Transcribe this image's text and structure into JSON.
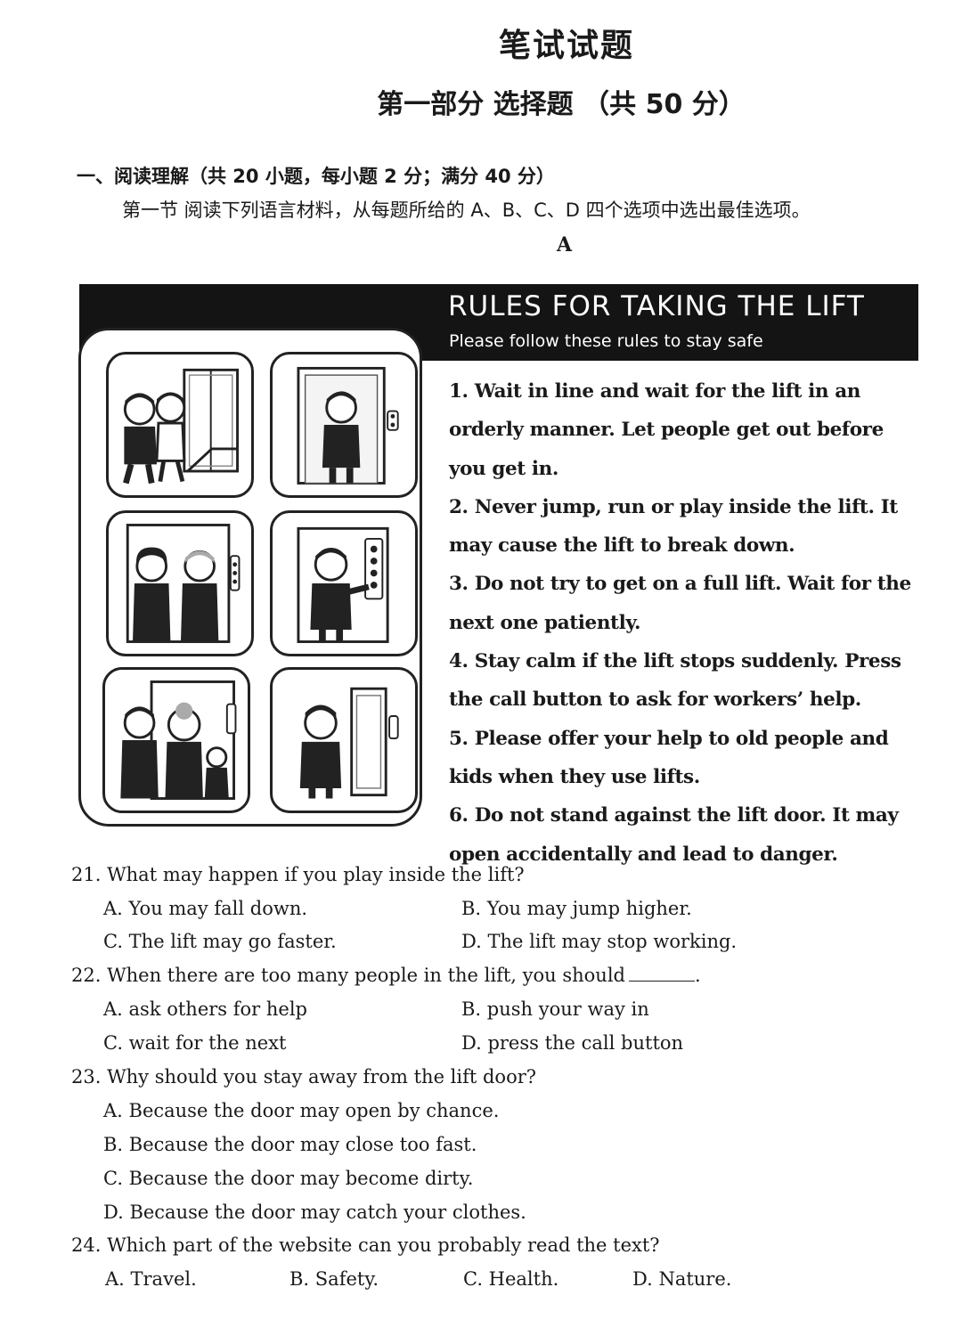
{
  "header": {
    "title": "笔试试题",
    "part": "第一部分  选择题  （共 50 分）"
  },
  "section": {
    "heading": "一、阅读理解（共 20 小题，每小题 2 分；满分 40 分）",
    "instruction": "第一节  阅读下列语言材料，从每题所给的 A、B、C、D 四个选项中选出最佳选项。",
    "passage_label": "A"
  },
  "banner": {
    "title": "RULES FOR TAKING THE LIFT",
    "subtitle": "Please follow these rules to stay safe"
  },
  "rules": [
    "1. Wait in line and wait for the lift in an orderly manner. Let people get out before you get in.",
    "2. Never jump, run or play inside the lift. It may cause the lift to break down.",
    "3. Do not try to get on a full lift. Wait for the next one patiently.",
    "4. Stay calm if the lift stops suddenly. Press the call button to ask for workers’ help.",
    "5. Please offer your help to old people and kids when they use lifts.",
    "6. Do not stand against the lift door. It may open accidentally and lead to danger."
  ],
  "questions": [
    {
      "stem": "21. What may happen if you play inside the lift?",
      "options": [
        "A. You may fall down.",
        "B. You may jump higher.",
        "C. The lift may go faster.",
        "D. The lift may stop working."
      ]
    },
    {
      "stem": "22. When there are too many people in the lift, you should",
      "stem_end": ".",
      "options": [
        "A. ask others for help",
        "B. push your way in",
        "C. wait for the next",
        "D. press the call button"
      ]
    },
    {
      "stem": "23. Why should you stay away from the lift door?",
      "options": [
        "A. Because the door may open by chance.",
        "B. Because the door may close too fast.",
        "C. Because the door may become dirty.",
        "D. Because the door may catch your clothes."
      ]
    },
    {
      "stem": "24. Which part of the website can you probably read the text?",
      "options": [
        "A. Travel.",
        "B. Safety.",
        "C. Health.",
        "D. Nature."
      ]
    }
  ]
}
